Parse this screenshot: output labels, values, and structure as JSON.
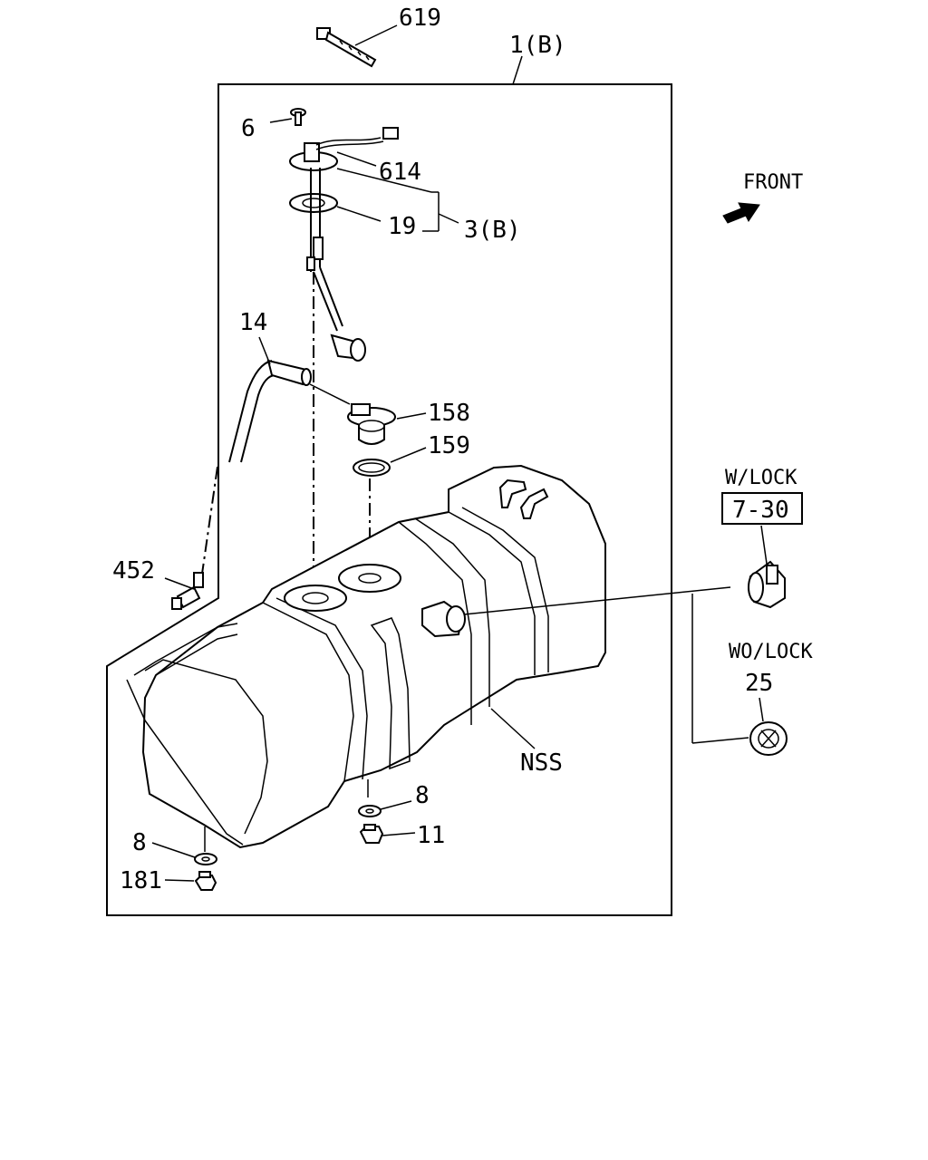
{
  "labels": {
    "p619": "619",
    "p1b": "1(B)",
    "p6": "6",
    "p614": "614",
    "p19": "19",
    "p3b": "3(B)",
    "front": "FRONT",
    "p14": "14",
    "p158": "158",
    "p159": "159",
    "wlock": "W/LOCK",
    "ref730": "7-30",
    "p452": "452",
    "wolock": "WO/LOCK",
    "p25": "25",
    "nss": "NSS",
    "p8a": "8",
    "p11": "11",
    "p8b": "8",
    "p181": "181"
  },
  "icons": {
    "front_arrow": "arrow-icon"
  },
  "colors": {
    "line": "#000000",
    "background": "#ffffff"
  }
}
